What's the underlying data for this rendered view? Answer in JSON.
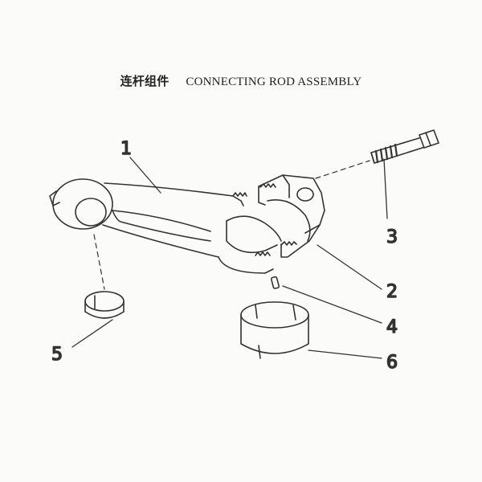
{
  "title": {
    "chinese": "连杆组件",
    "english": "CONNECTING ROD ASSEMBLY"
  },
  "callouts": [
    {
      "id": "1",
      "label": "1",
      "part": "connecting-rod"
    },
    {
      "id": "2",
      "label": "2",
      "part": "rod-cap"
    },
    {
      "id": "3",
      "label": "3",
      "part": "rod-bolt"
    },
    {
      "id": "4",
      "label": "4",
      "part": "dowel-pin"
    },
    {
      "id": "5",
      "label": "5",
      "part": "small-end-bushing"
    },
    {
      "id": "6",
      "label": "6",
      "part": "big-end-bearing"
    }
  ],
  "colors": {
    "line": "#333333",
    "background": "#fbfbf9"
  }
}
